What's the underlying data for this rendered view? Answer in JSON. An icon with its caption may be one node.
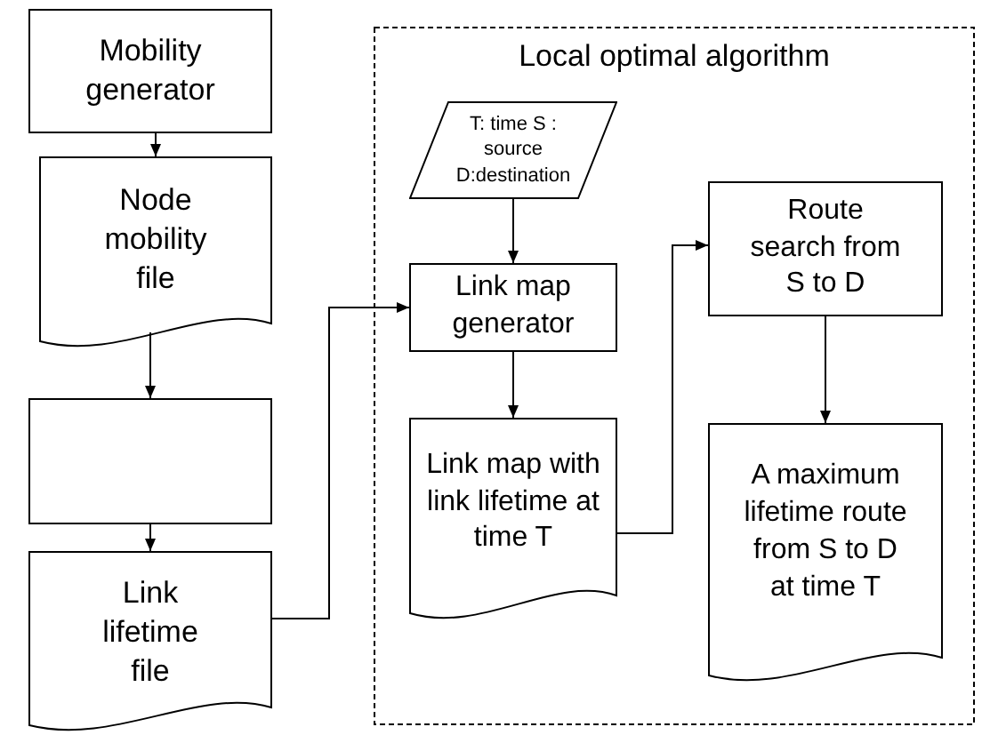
{
  "diagram": {
    "nodes": [
      {
        "text": [
          "Mobility generator"
        ]
      },
      {
        "text": [
          "Node mobility file"
        ]
      },
      {
        "text": [],
        "shape": "box"
      },
      {
        "text": [
          "Link lifetime file"
        ]
      },
      {
        "text": [
          "Local optimal algorithm"
        ]
      },
      {
        "text": [
          "T: time S : source D:destination"
        ],
        "in": 4
      },
      {
        "text": [
          "Link map generator"
        ],
        "in": 4
      },
      {
        "text": [
          "Link map with link lifetime at time T"
        ],
        "in": 4
      },
      {
        "text": [
          "Route search from S to D"
        ],
        "in": 4
      },
      {
        "text": [
          "A maximum lifetime route from S to D at time T"
        ],
        "in": 4
      }
    ],
    "edges": [
      {
        "from": 0,
        "to": 1,
        "arrow": "to"
      },
      {
        "from": 1,
        "to": 2,
        "arrow": "to"
      },
      {
        "from": 2,
        "to": 3,
        "arrow": "to"
      },
      {
        "from": 3,
        "to": 6,
        "arrow": "to"
      },
      {
        "from": 5,
        "to": 6,
        "arrow": "to"
      },
      {
        "from": 6,
        "to": 7,
        "arrow": "to"
      },
      {
        "from": 7,
        "to": 8,
        "arrow": "to"
      },
      {
        "from": 8,
        "to": 9,
        "arrow": "to"
      }
    ]
  }
}
